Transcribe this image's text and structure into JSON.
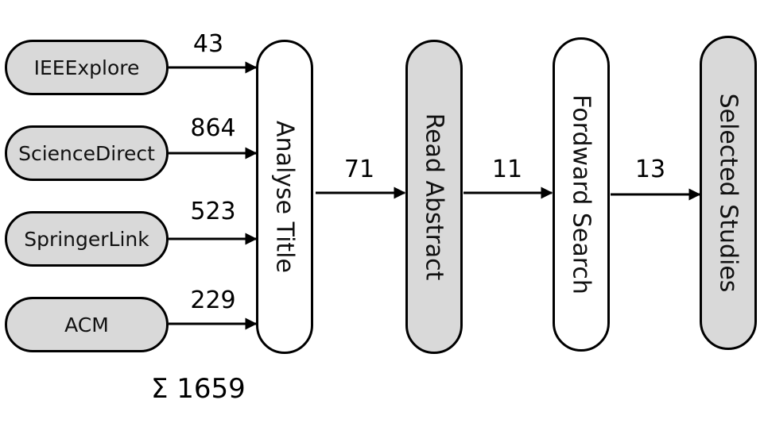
{
  "sources": [
    {
      "name": "IEEExplore",
      "count": "43"
    },
    {
      "name": "ScienceDirect",
      "count": "864"
    },
    {
      "name": "SpringerLink",
      "count": "523"
    },
    {
      "name": "ACM",
      "count": "229"
    }
  ],
  "stages": [
    {
      "label": "Analyse Title",
      "out_count": "71"
    },
    {
      "label": "Read Abstract",
      "out_count": "11"
    },
    {
      "label": "Fordward Search",
      "out_count": "13"
    },
    {
      "label": "Selected Studies"
    }
  ],
  "total": "Σ 1659",
  "colors": {
    "box_fill_grey": "#d9d9d9",
    "box_fill_white": "#ffffff",
    "stroke": "#000000"
  }
}
